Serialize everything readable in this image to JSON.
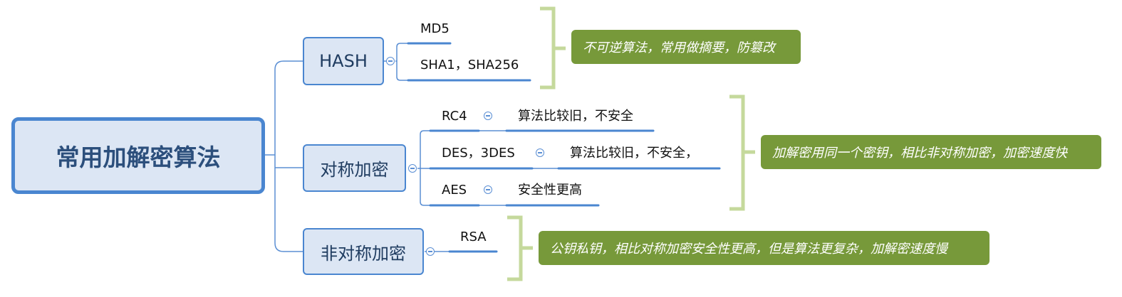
{
  "root": {
    "label": "常用加解密算法"
  },
  "categories": [
    {
      "label": "HASH",
      "items": [
        {
          "label": "MD5"
        },
        {
          "label": "SHA1，SHA256"
        }
      ],
      "summary": "不可逆算法，常用做摘要，防篡改"
    },
    {
      "label": "对称加密",
      "items": [
        {
          "label": "RC4",
          "note": "算法比较旧，不安全"
        },
        {
          "label": "DES，3DES",
          "note": "算法比较旧，不安全，"
        },
        {
          "label": "AES",
          "note": "安全性更高"
        }
      ],
      "summary": "加解密用同一个密钥，相比非对称加密，加密速度快"
    },
    {
      "label": "非对称加密",
      "items": [
        {
          "label": "RSA"
        }
      ],
      "summary": "公钥私钥，相比对称加密安全性更高，但是算法更复杂，加解密速度慢"
    }
  ],
  "colors": {
    "branch_line": "#5b8fd4",
    "underline": "#4a86d0",
    "bracket": "#c5d99c",
    "summary_bg": "#77993a"
  }
}
